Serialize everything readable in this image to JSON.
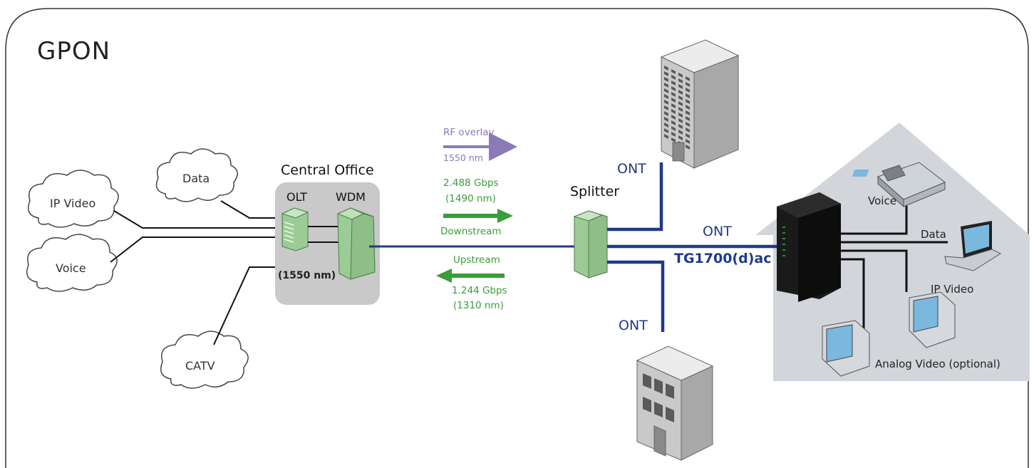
{
  "title": "GPON",
  "clouds": {
    "data": "Data",
    "ip_video": "IP Video",
    "voice": "Voice",
    "catv": "CATV"
  },
  "central_office": {
    "label": "Central Office",
    "olt": "OLT",
    "wdm": "WDM",
    "wavelength": "(1550 nm)"
  },
  "signals": {
    "rf_overlay": "RF overlay",
    "rf_wavelength": "1550 nm",
    "down_rate": "2.488 Gbps",
    "down_wavelength": "(1490 nm)",
    "downstream": "Downstream",
    "upstream": "Upstream",
    "up_rate": "1.244 Gbps",
    "up_wavelength": "(1310 nm)"
  },
  "splitter": "Splitter",
  "ont_top": "ONT",
  "ont_bottom": "ONT",
  "ont_home": "ONT",
  "ont_model": "TG1700(d)ac",
  "home_devices": {
    "voice": "Voice",
    "data": "Data",
    "ip_video": "IP Video",
    "analog_video": "Analog Video (optional)"
  },
  "colors": {
    "fiber": "#1f3a8a",
    "rf_arrow": "#8a7bb8",
    "data_arrow": "#3a9c3a",
    "equipment": "#9ccc96",
    "central_office_bg": "#c9c9c9",
    "house": "#d2d6da"
  }
}
